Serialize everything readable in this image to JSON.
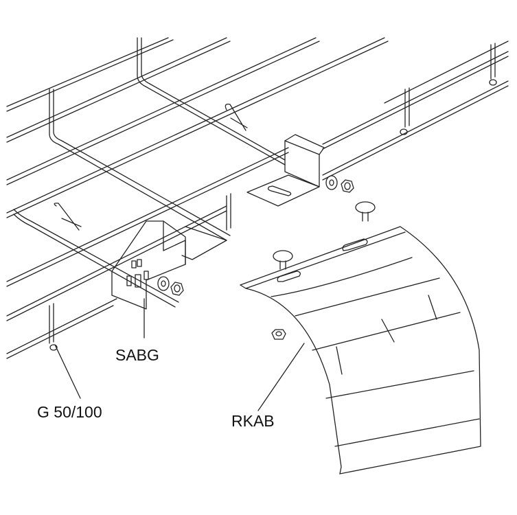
{
  "labels": {
    "bracket": "SABG",
    "wire_tray": "G 50/100",
    "bend_cover": "RKAB"
  },
  "colors": {
    "line": "#222222",
    "background": "#ffffff"
  }
}
